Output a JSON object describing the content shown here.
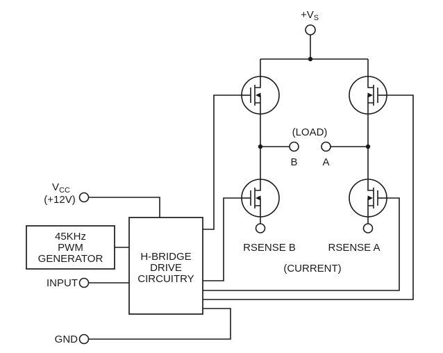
{
  "diagram": {
    "supply_label": {
      "main": "+V",
      "sub": "S"
    },
    "vcc_label": {
      "main": "V",
      "sub": "CC",
      "line2": "(+12V)"
    },
    "load_label": "(LOAD)",
    "terminal_b": "B",
    "terminal_a": "A",
    "pwm_box": {
      "line1": "45KHz",
      "line2": "PWM",
      "line3": "GENERATOR"
    },
    "hbridge_box": {
      "line1": "H-BRIDGE",
      "line2": "DRIVE",
      "line3": "CIRCUITRY"
    },
    "input_label": "INPUT",
    "gnd_label": "GND",
    "rsense_b": "RSENSE B",
    "rsense_a": "RSENSE A",
    "current_label": "(CURRENT)",
    "colors": {
      "ink": "#1a1a1a",
      "background": "#ffffff"
    }
  }
}
